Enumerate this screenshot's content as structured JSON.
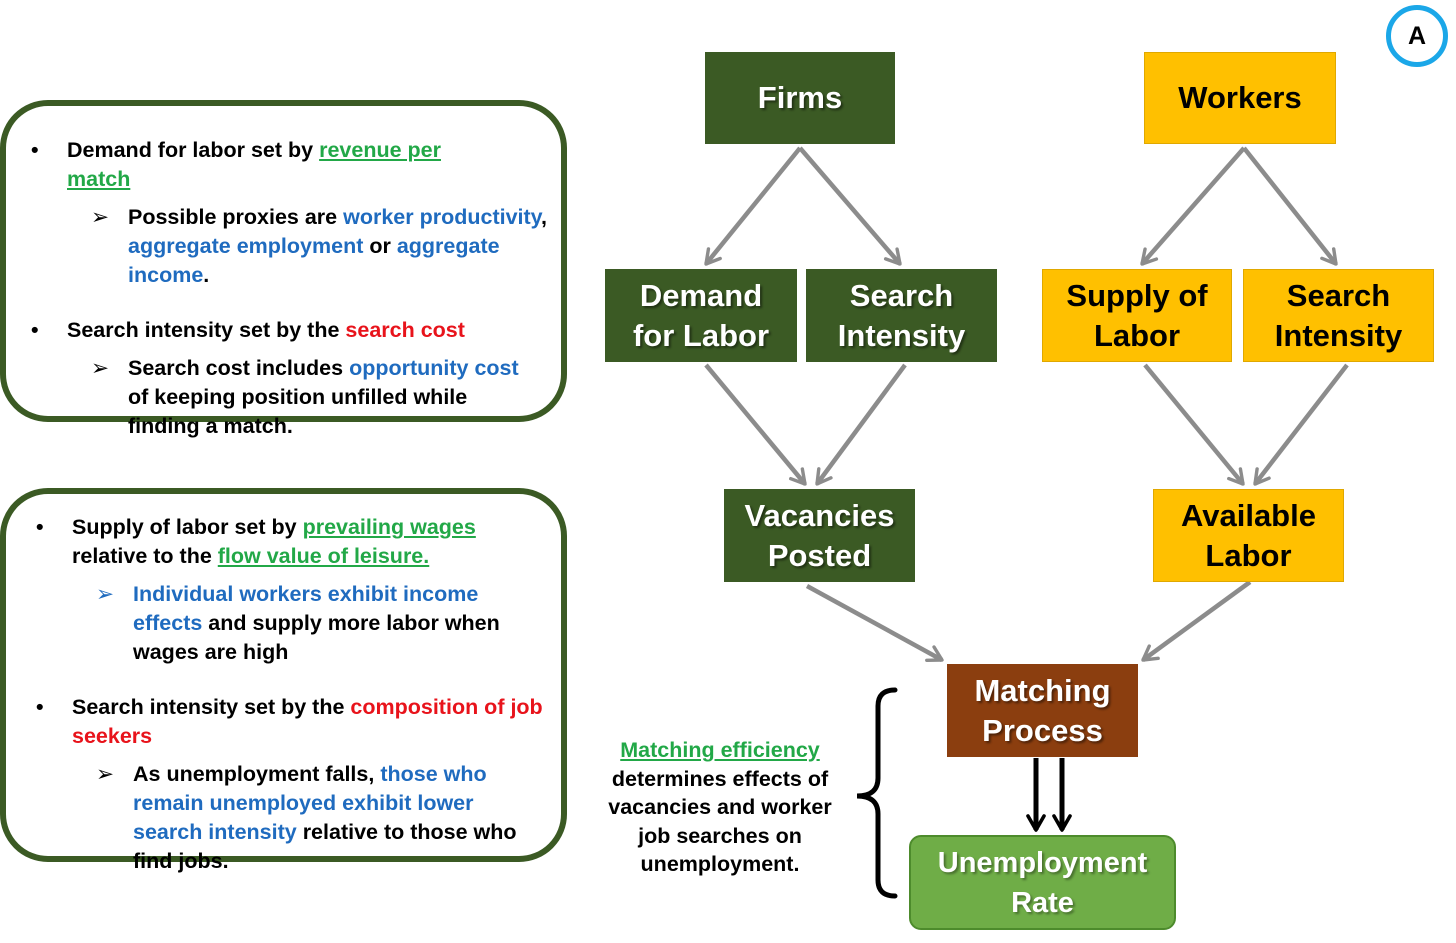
{
  "badge": "A",
  "firms_panel": {
    "b1_pre": "Demand for labor set by ",
    "b1_link": "revenue per match",
    "s1_pre": "Possible proxies are ",
    "s1_b1": "worker productivity",
    "s1_sep": ", ",
    "s1_b2": "aggregate employment",
    "s1_mid": " or ",
    "s1_b3": "aggregate income",
    "s1_end": ".",
    "b2_pre": "Search intensity set by the ",
    "b2_red": "search cost",
    "s2_pre": "Search cost includes ",
    "s2_blue": "opportunity cost",
    "s2_end": " of keeping position unfilled while finding a match."
  },
  "workers_panel": {
    "b1_pre": "Supply of labor set by ",
    "b1_link1": "prevailing wages",
    "b1_mid": " relative to the ",
    "b1_link2": "flow value of leisure.",
    "s1_blue": "Individual workers exhibit income effects",
    "s1_end": " and supply more labor when wages are high",
    "b2_pre": "Search intensity set by the ",
    "b2_red": "composition of job seekers",
    "s2_pre": "As unemployment falls, ",
    "s2_blue": "those who remain unemployed exhibit lower search intensity",
    "s2_end": " relative to those who find jobs."
  },
  "markers": {
    "bullet": "•",
    "arrow": "➢"
  },
  "boxes": {
    "firms": "Firms",
    "workers": "Workers",
    "demand_l1": "Demand",
    "demand_l2": "for Labor",
    "search_f_l1": "Search",
    "search_f_l2": "Intensity",
    "supply_l1": "Supply of",
    "supply_l2": "Labor",
    "search_w_l1": "Search",
    "search_w_l2": "Intensity",
    "vacancies_l1": "Vacancies",
    "vacancies_l2": "Posted",
    "available_l1": "Available",
    "available_l2": "Labor",
    "matching_l1": "Matching",
    "matching_l2": "Process",
    "unemployment_l1": "Unemployment",
    "unemployment_l2": "Rate"
  },
  "note": {
    "link": "Matching efficiency",
    "text": "determines effects of vacancies and worker job searches on unemployment."
  },
  "colors": {
    "dark_green": "#3b5a24",
    "yellow": "#ffc000",
    "brown": "#8b3e0f",
    "light_green": "#6fad47",
    "link_green": "#22a847",
    "highlight_blue": "#1f6bbf",
    "highlight_red": "#e8131b",
    "badge_ring": "#1ba7e8",
    "connector_gray": "#8c8c8c"
  }
}
